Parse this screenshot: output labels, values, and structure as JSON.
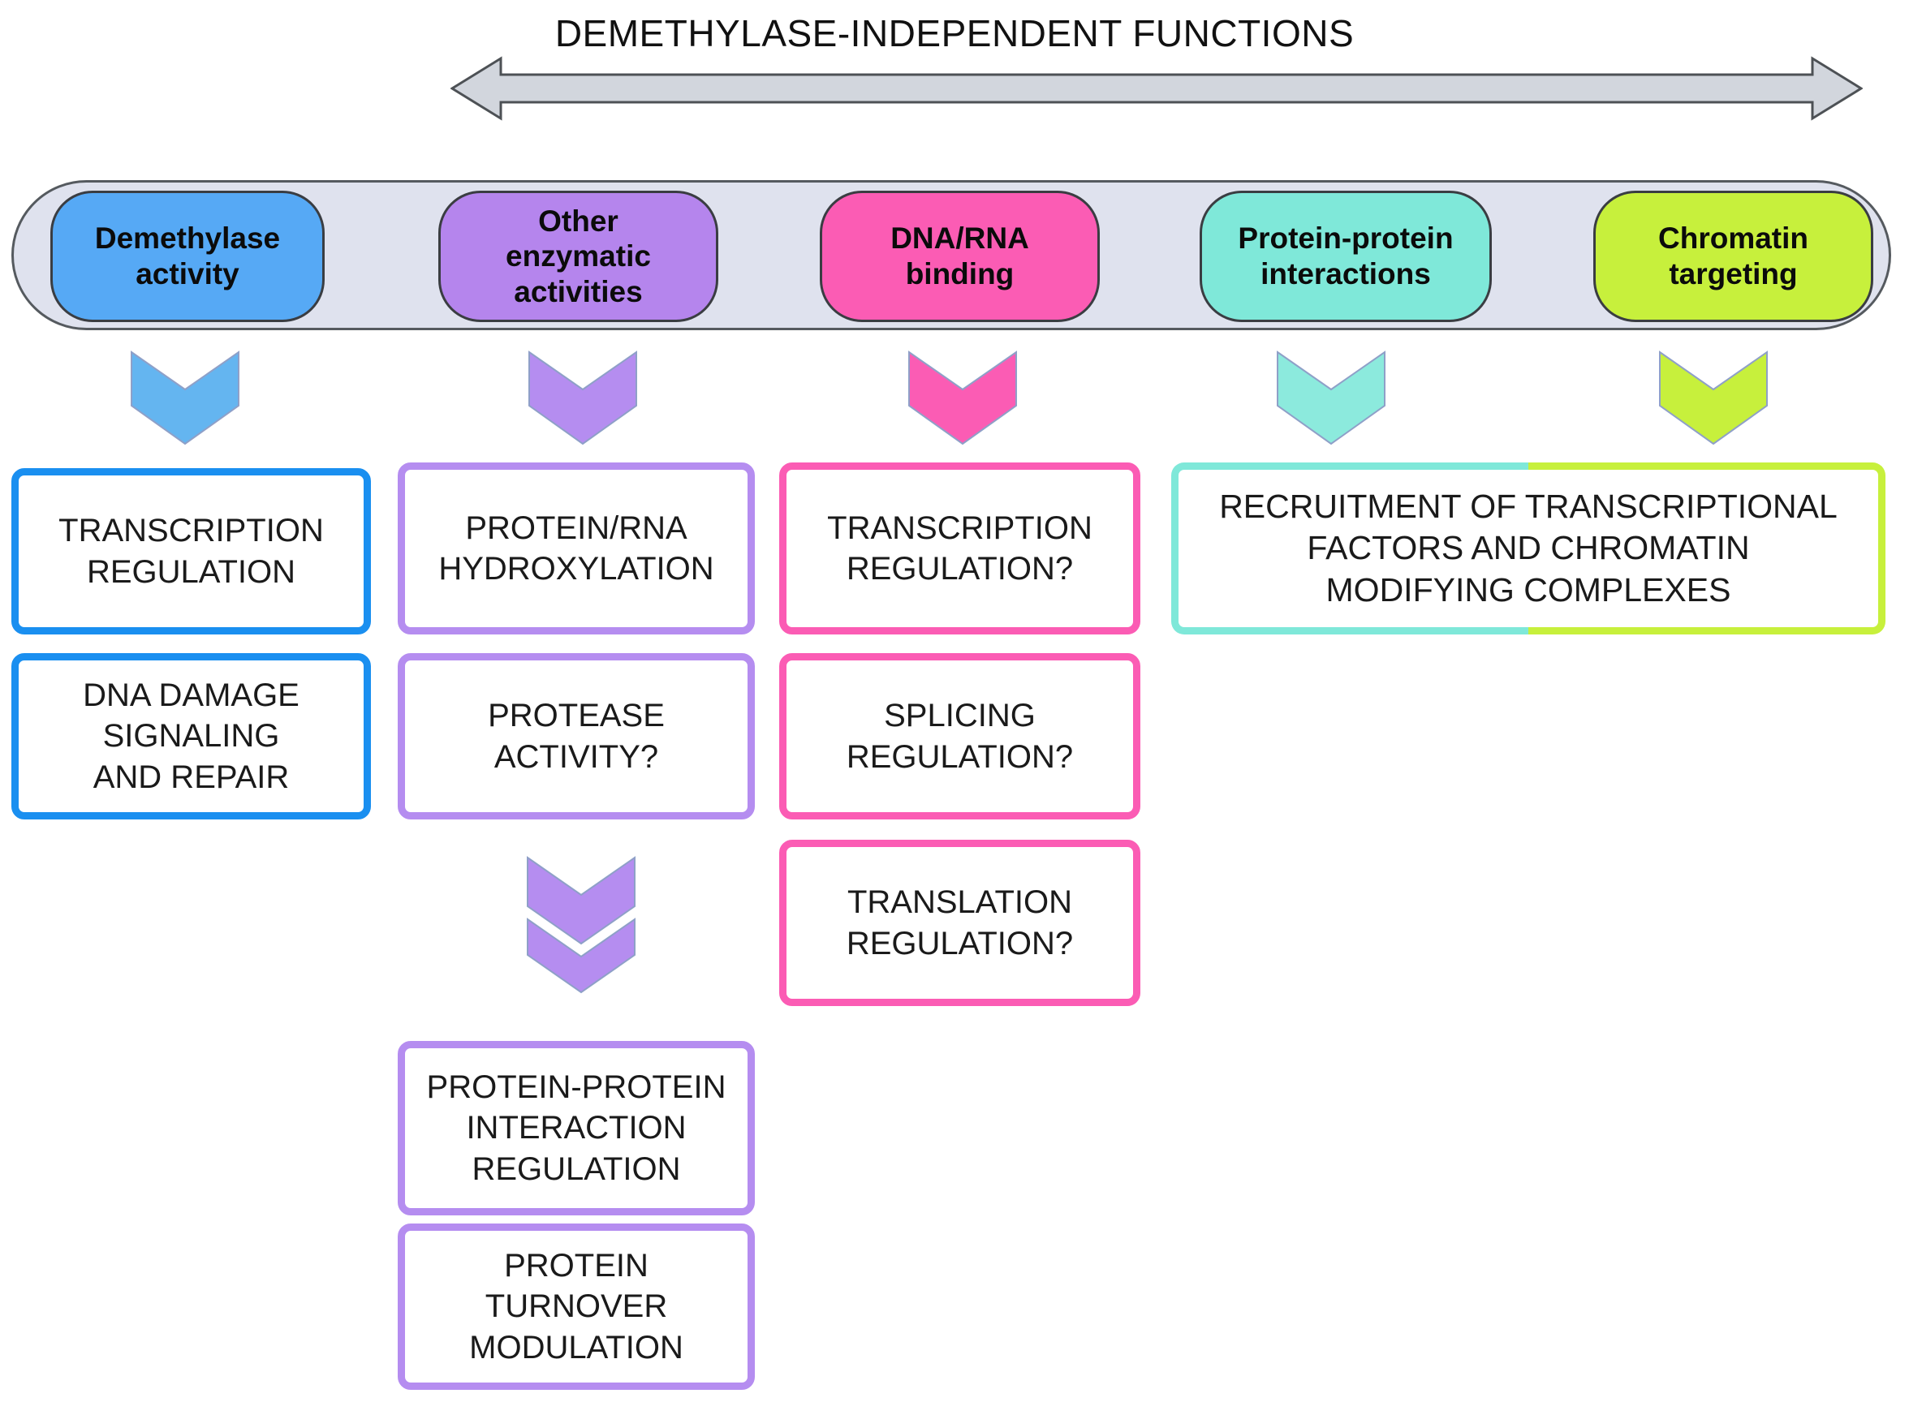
{
  "header": {
    "title": "DEMETHYLASE-INDEPENDENT FUNCTIONS",
    "arrow": "double-headed-arrow",
    "arrow_fill": "#d2d6dd",
    "arrow_stroke": "#4d5155"
  },
  "pillbar": {
    "track_color": "#dfe2ee",
    "track_border": "#555a5f",
    "pills": [
      {
        "label": "Demethylase\nactivity",
        "color": "#56a9f5",
        "name": "demethylase-activity"
      },
      {
        "label": "Other\nenzymatic\nactivities",
        "color": "#b585ed",
        "name": "other-enzymatic-activities"
      },
      {
        "label": "DNA/RNA\nbinding",
        "color": "#fb5cb4",
        "name": "dna-rna-binding"
      },
      {
        "label": "Protein-protein\ninteractions",
        "color": "#7fe8d9",
        "name": "protein-protein-interactions"
      },
      {
        "label": "Chromatin\ntargeting",
        "color": "#c7f03c",
        "name": "chromatin-targeting"
      }
    ]
  },
  "chevrons": [
    {
      "name": "chevron-demethylase",
      "color": "#64b5f0"
    },
    {
      "name": "chevron-enzymatic",
      "color": "#b58df0"
    },
    {
      "name": "chevron-dnarna",
      "color": "#fb5cb4"
    },
    {
      "name": "chevron-protein-protein",
      "color": "#8ceadd"
    },
    {
      "name": "chevron-chromatin",
      "color": "#c7f03c"
    },
    {
      "name": "chevron-protease-double",
      "color": "#b58df0"
    }
  ],
  "columns": {
    "demethylase": {
      "accent": "#1a8ff0",
      "boxes": [
        {
          "name": "box-transcription-regulation",
          "text": "TRANSCRIPTION\nREGULATION"
        },
        {
          "name": "box-dna-damage",
          "text": "DNA DAMAGE\nSIGNALING\nAND REPAIR"
        }
      ]
    },
    "enzymatic": {
      "accent": "#b58df0",
      "boxes": [
        {
          "name": "box-protein-rna-hydroxylation",
          "text": "PROTEIN/RNA\nHYDROXYLATION"
        },
        {
          "name": "box-protease-activity",
          "text": "PROTEASE\nACTIVITY?"
        },
        {
          "name": "box-ppi-regulation",
          "text": "PROTEIN-PROTEIN\nINTERACTION\nREGULATION"
        },
        {
          "name": "box-protein-turnover",
          "text": "PROTEIN\nTURNOVER\nMODULATION"
        }
      ]
    },
    "dnarna": {
      "accent": "#fb5cb4",
      "boxes": [
        {
          "name": "box-transcription-regulation-q",
          "text": "TRANSCRIPTION\nREGULATION?"
        },
        {
          "name": "box-splicing-regulation",
          "text": "SPLICING\nREGULATION?"
        },
        {
          "name": "box-translation-regulation",
          "text": "TRANSLATION\nREGULATION?"
        }
      ]
    },
    "recruitment": {
      "accent_left": "#7fe8d9",
      "accent_right": "#c7f03c",
      "box": {
        "name": "box-recruitment",
        "text": "RECRUITMENT OF TRANSCRIPTIONAL\nFACTORS AND CHROMATIN\nMODIFYING COMPLEXES"
      }
    }
  }
}
